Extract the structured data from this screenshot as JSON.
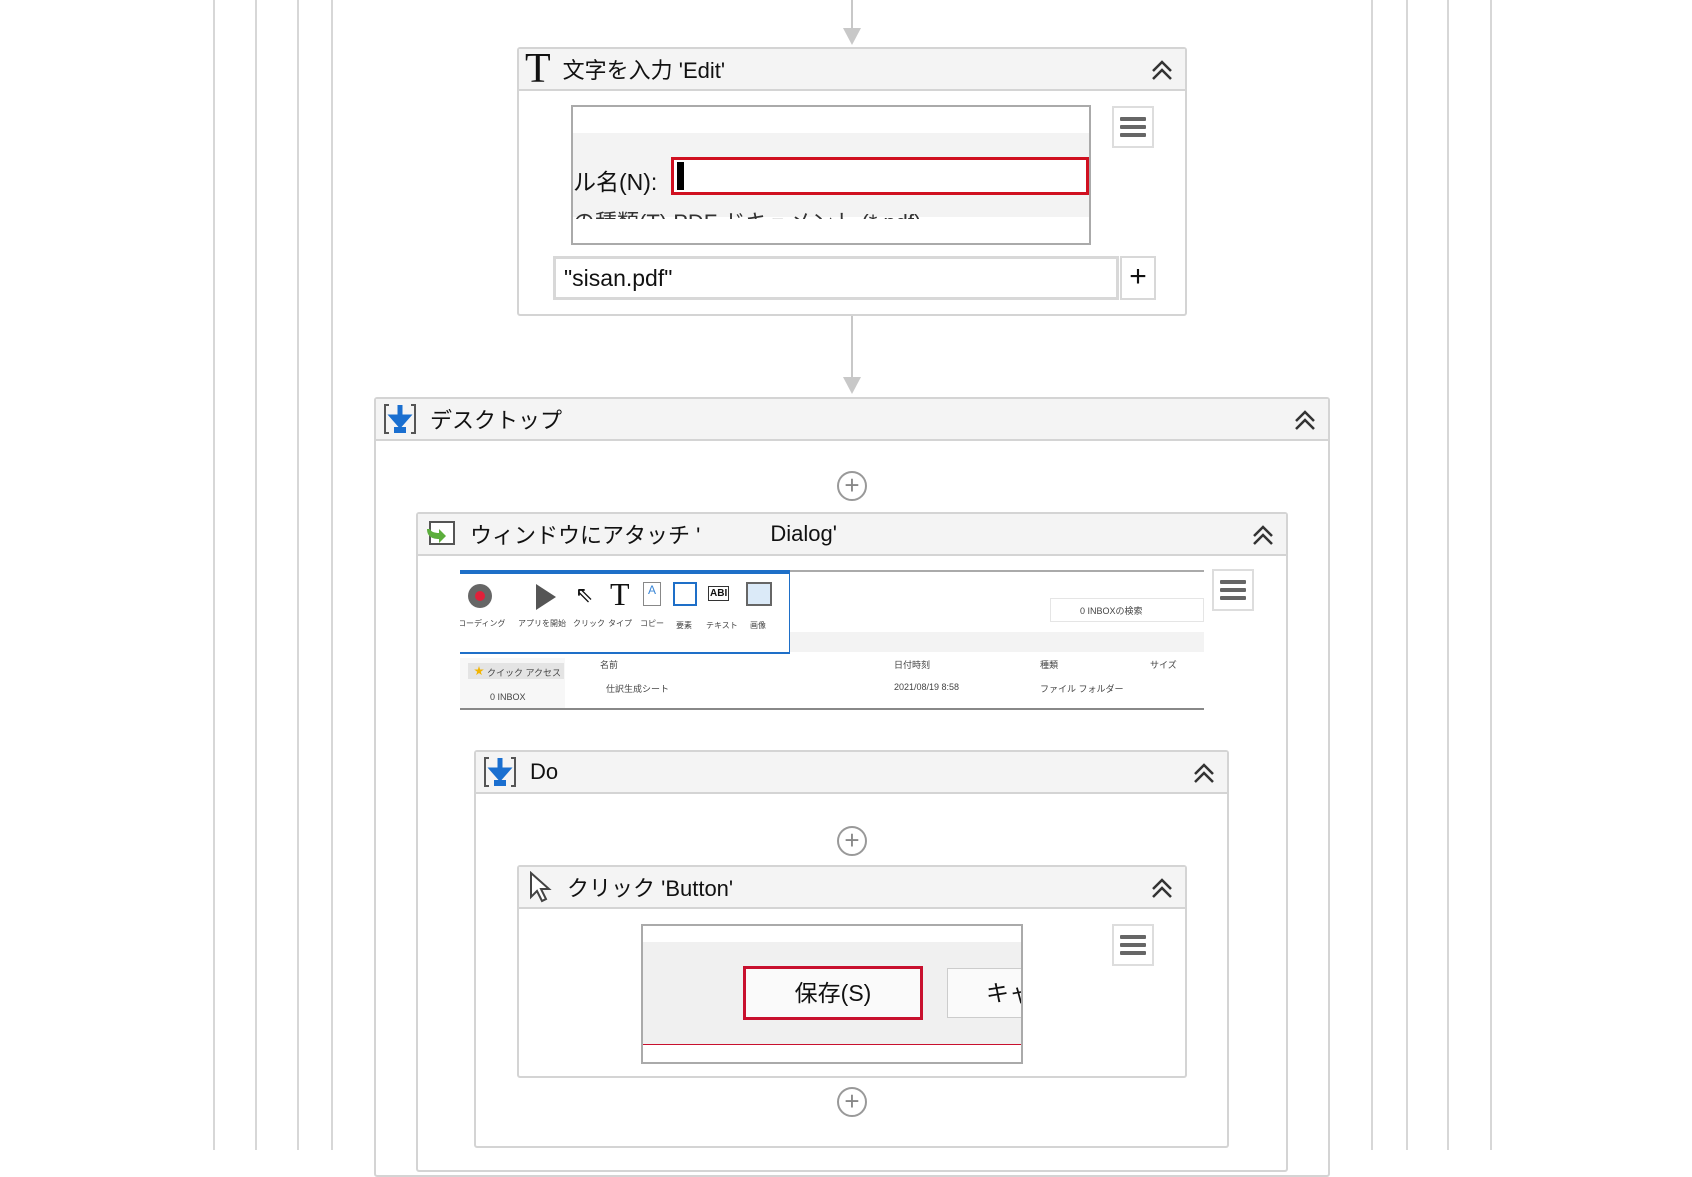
{
  "type_into": {
    "title": "文字を入力 'Edit'",
    "shot_label": "ル名(N):",
    "shot_type_row": "の種類(T)  PDF ドキュメント (*.pdf)",
    "value": "\"sisan.pdf\"",
    "plus": "+"
  },
  "desktop": {
    "title": "デスクトップ"
  },
  "attach": {
    "title": "ウィンドウにアタッチ '",
    "title2": "Dialog'",
    "toolbar": [
      "レコーディング",
      "アプリを開始",
      "クリック",
      "タイプ",
      "コピー",
      "要素",
      "テキスト",
      "画像"
    ],
    "search": "0 INBOXの検索",
    "columns": [
      "名前",
      "日付時刻",
      "種類",
      "サイズ"
    ],
    "sidebar": [
      "クイック アクセス",
      "0 INBOX"
    ],
    "row": {
      "name": "仕訳生成シート",
      "date": "2021/08/19 8:58",
      "kind": "ファイル フォルダー"
    }
  },
  "do": {
    "title": "Do"
  },
  "click": {
    "title": "クリック 'Button'",
    "save": "保存(S)",
    "cancel": "キャ"
  },
  "add_symbol": "+"
}
